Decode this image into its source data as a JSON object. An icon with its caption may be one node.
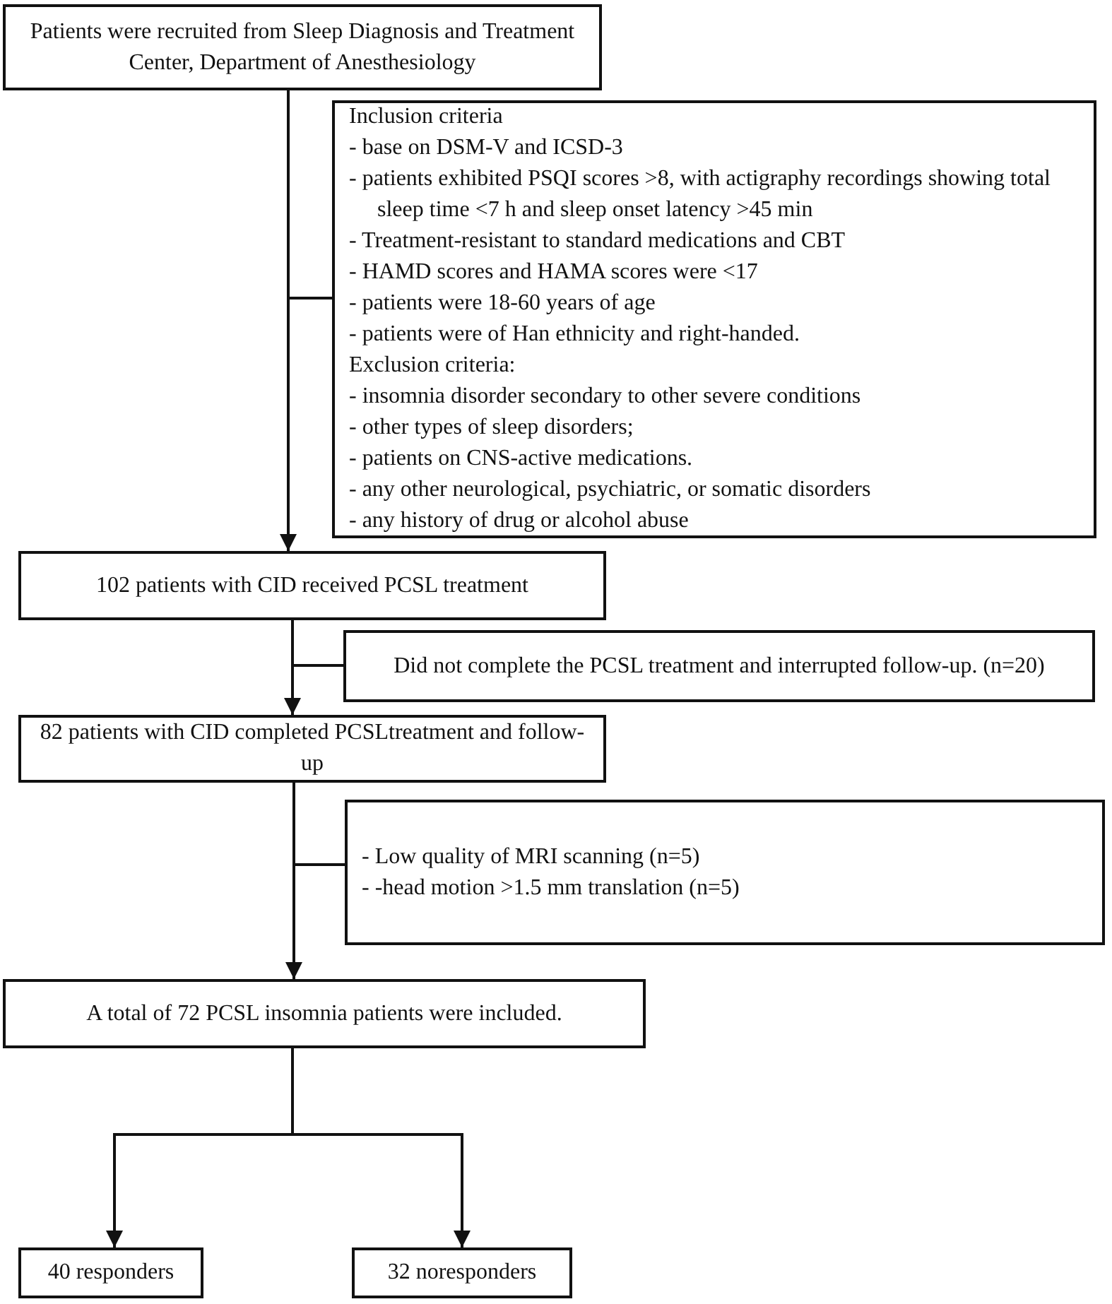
{
  "diagram": {
    "nodes": [
      {
        "text": [
          "Patients were recruited from Sleep Diagnosis and Treatment Center, Department of Anesthesiology"
        ]
      },
      {
        "text": [
          "Inclusion criteria",
          "- base on DSM-V and ICSD-3",
          "- patients exhibited PSQI scores >8, with actigraphy recordings showing total sleep time <7 h and sleep onset latency >45 min",
          "- Treatment-resistant to standard medications and CBT",
          "- HAMD scores and HAMA scores were <17",
          "- patients were 18-60 years of age",
          "- patients were of Han ethnicity and right-handed.",
          "Exclusion criteria:",
          "- insomnia disorder secondary to other severe conditions",
          "- other types of sleep disorders;",
          "- patients on CNS-active medications.",
          "- any other neurological, psychiatric, or somatic disorders",
          "- any history of drug or alcohol abuse"
        ]
      },
      {
        "text": [
          "102 patients with CID received PCSL treatment"
        ]
      },
      {
        "text": [
          "Did not complete the PCSL treatment and interrupted follow-up. (n=20)"
        ]
      },
      {
        "text": [
          "82 patients with CID completed PCSLtreatment and follow-up"
        ]
      },
      {
        "text": [
          "- Low quality of MRI scanning (n=5)",
          "- -head motion >1.5 mm translation (n=5)"
        ]
      },
      {
        "text": [
          "A total of 72 PCSL insomnia patients were included."
        ]
      },
      {
        "text": [
          "40 responders"
        ]
      },
      {
        "text": [
          "32 noresponders"
        ]
      }
    ],
    "edges": [
      {
        "from": 0,
        "to": 2,
        "arrow": "to"
      },
      {
        "from": 0,
        "to": 1,
        "arrow": "none"
      },
      {
        "from": 2,
        "to": 4,
        "arrow": "to"
      },
      {
        "from": 2,
        "to": 3,
        "arrow": "none"
      },
      {
        "from": 4,
        "to": 6,
        "arrow": "to"
      },
      {
        "from": 4,
        "to": 5,
        "arrow": "none"
      },
      {
        "from": 6,
        "to": 7,
        "arrow": "to"
      },
      {
        "from": 6,
        "to": 8,
        "arrow": "to"
      }
    ]
  }
}
